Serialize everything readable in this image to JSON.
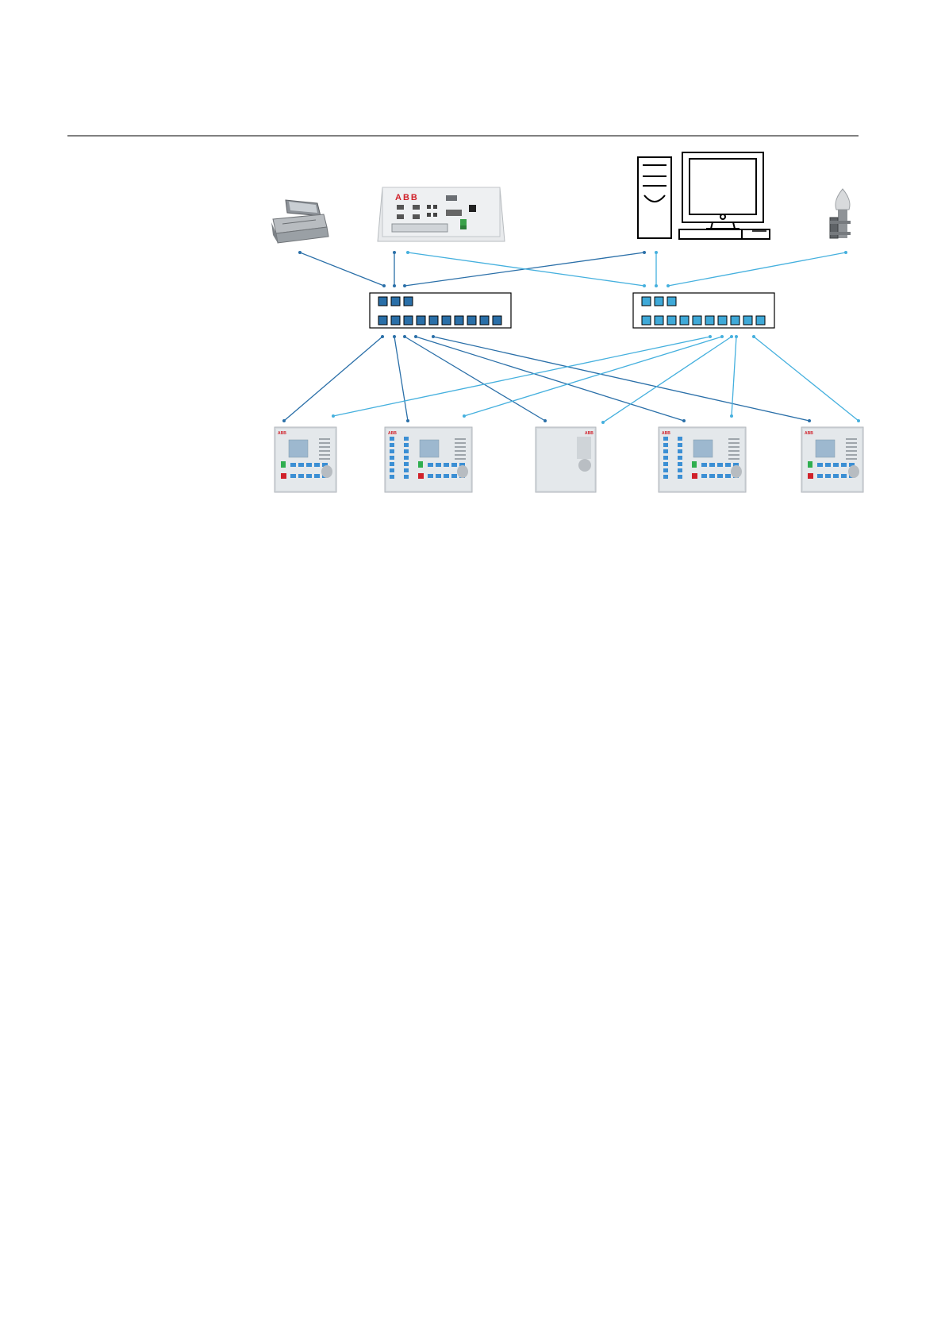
{
  "page": {
    "background": "#ffffff",
    "rule_color": "#000000"
  },
  "colors": {
    "switch_a_port": "#2a6fa8",
    "switch_b_port": "#3fa9d8",
    "link_dark": "#2a6fa8",
    "link_light": "#45b0de",
    "brand_red": "#d0212a",
    "relay_face": "#d6dbdf",
    "relay_screen": "#9db8cf",
    "relay_button": "#3b8fd4",
    "relay_green": "#2fae4f"
  },
  "devices": {
    "printer": {
      "icon": "printer-icon"
    },
    "gateway": {
      "icon": "station-computer-icon",
      "logo": "ABB"
    },
    "workstation": {
      "icon": "workstation-pc-icon"
    },
    "gps": {
      "icon": "gps-antenna-icon"
    },
    "switch_a": {
      "icon": "ethernet-switch-icon",
      "top_ports": 3,
      "bottom_ports": 10
    },
    "switch_b": {
      "icon": "ethernet-switch-icon",
      "top_ports": 3,
      "bottom_ports": 10
    },
    "ieds": [
      {
        "icon": "protection-relay-icon",
        "logo": "ABB"
      },
      {
        "icon": "protection-relay-icon",
        "logo": "ABB"
      },
      {
        "icon": "protection-relay-icon",
        "logo": "ABB"
      },
      {
        "icon": "protection-relay-icon",
        "logo": "ABB"
      },
      {
        "icon": "protection-relay-icon",
        "logo": "ABB"
      }
    ]
  }
}
